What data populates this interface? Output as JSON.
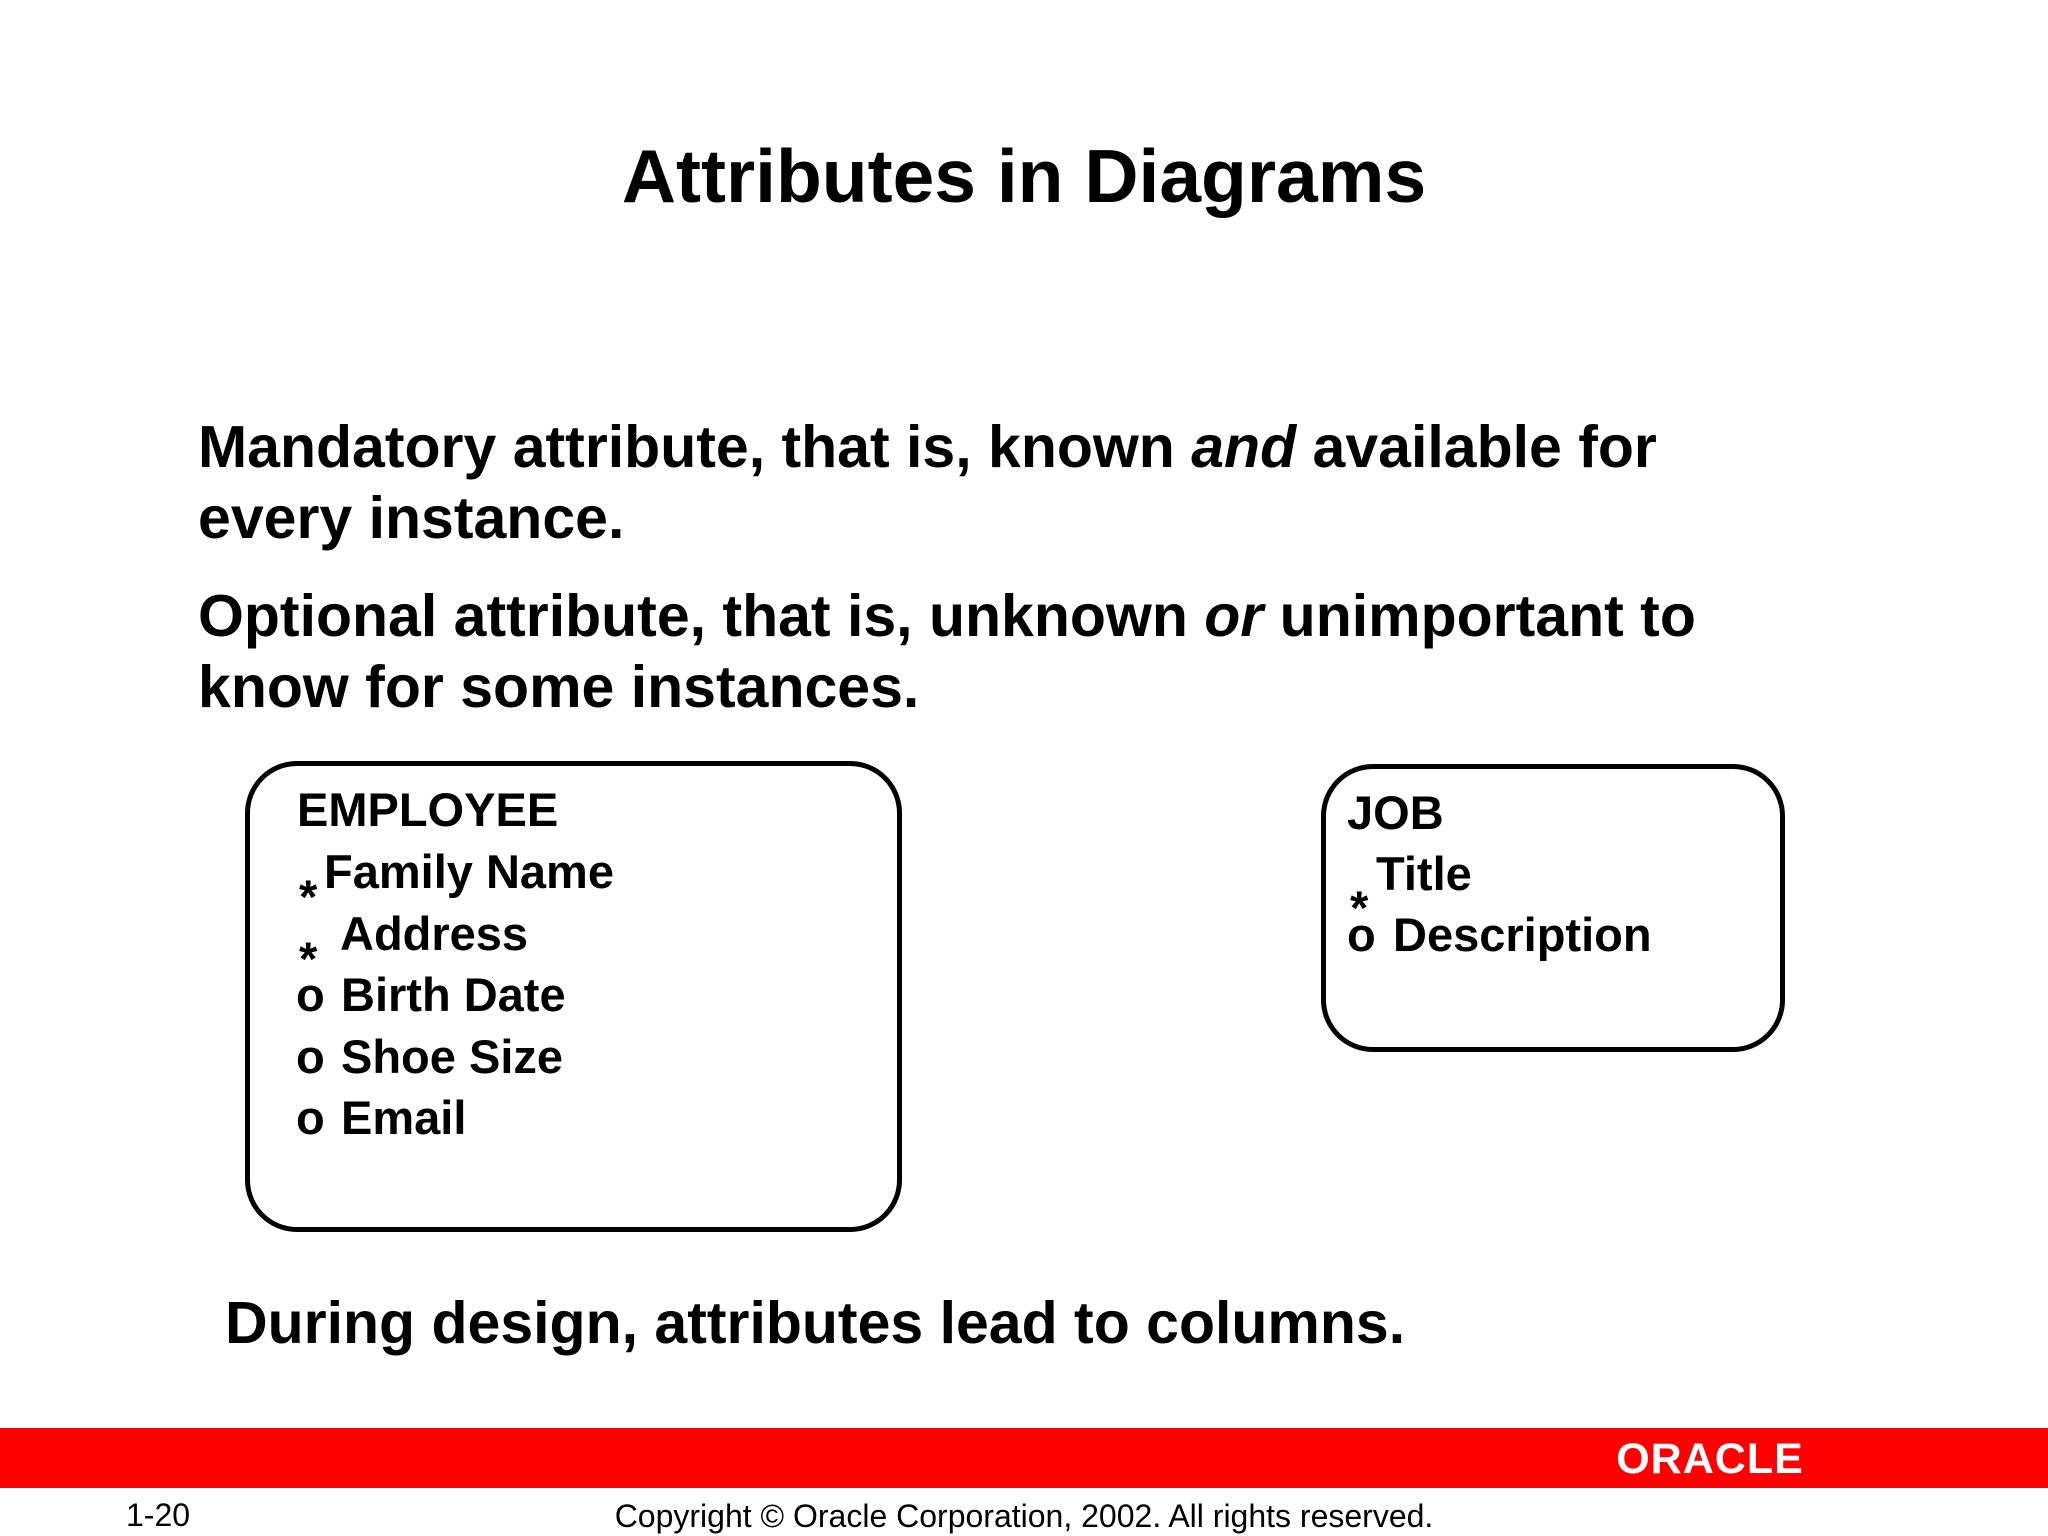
{
  "title": "Attributes in Diagrams",
  "paragraphs": [
    {
      "line1_before": "Mandatory attribute, that is, known ",
      "line1_emphasis": "and",
      "line1_after": " available for",
      "line2": "every instance."
    },
    {
      "line1_before": "Optional attribute, that is, unknown ",
      "line1_emphasis": "or",
      "line1_after": " unimportant to",
      "line2": "know for some instances."
    }
  ],
  "employee_entity": {
    "name": "EMPLOYEE",
    "attributes": [
      {
        "marker": "*",
        "label": "Family Name"
      },
      {
        "marker": "*",
        "label": "Address"
      },
      {
        "marker": "o",
        "label": "Birth Date"
      },
      {
        "marker": "o",
        "label": "Shoe Size"
      },
      {
        "marker": "o",
        "label": "Email"
      }
    ]
  },
  "job_entity": {
    "name": "JOB",
    "attributes": [
      {
        "marker": "*",
        "label": "Title"
      },
      {
        "marker": "o",
        "label": "Description"
      }
    ]
  },
  "closing_statement": "During design, attributes lead to columns.",
  "footer": {
    "page_number": "1-20",
    "copyright": "Copyright © Oracle Corporation, 2002. All rights reserved.",
    "logo_text": "ORACLE",
    "bar_color": "#ff0000"
  }
}
